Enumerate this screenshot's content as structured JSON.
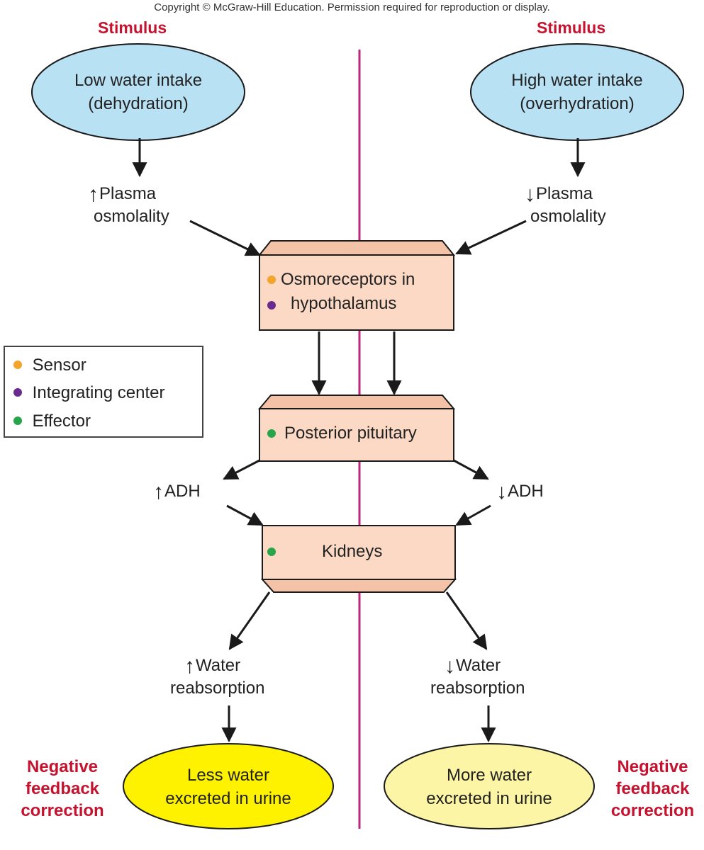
{
  "copyright": "Copyright © McGraw-Hill Education. Permission required for reproduction or display.",
  "left": {
    "stimulus_label": "Stimulus",
    "stimulus": [
      "Low water intake",
      "(dehydration)"
    ],
    "plasma_arrow": "↑",
    "plasma": [
      "Plasma",
      "osmolality"
    ],
    "adh_arrow": "↑",
    "adh": "ADH",
    "water_arrow": "↑",
    "water": [
      "Water",
      "reabsorption"
    ],
    "outcome": [
      "Less water",
      "excreted in urine"
    ],
    "correction": [
      "Negative",
      "feedback",
      "correction"
    ]
  },
  "right": {
    "stimulus_label": "Stimulus",
    "stimulus": [
      "High water intake",
      "(overhydration)"
    ],
    "plasma_arrow": "↓",
    "plasma": [
      "Plasma",
      "osmolality"
    ],
    "adh_arrow": "↓",
    "adh": "ADH",
    "water_arrow": "↓",
    "water": [
      "Water",
      "reabsorption"
    ],
    "outcome": [
      "More water",
      "excreted in urine"
    ],
    "correction": [
      "Negative",
      "feedback",
      "correction"
    ]
  },
  "boxes": {
    "osmoreceptors": [
      "Osmoreceptors in",
      "hypothalamus"
    ],
    "pituitary": "Posterior pituitary",
    "kidneys": "Kidneys"
  },
  "legend": {
    "items": [
      {
        "label": "Sensor",
        "color": "#f2a52a"
      },
      {
        "label": "Integrating center",
        "color": "#6a2b8f"
      },
      {
        "label": "Effector",
        "color": "#27a54a"
      }
    ]
  },
  "colors": {
    "stimulus_fill": "#b9e1f4",
    "box_fill": "#fbd9c4",
    "outcome_left_fill": "#fef200",
    "outcome_right_fill": "#fdf5a6",
    "divider": "#c0247d",
    "accent_red": "#c4122f"
  }
}
